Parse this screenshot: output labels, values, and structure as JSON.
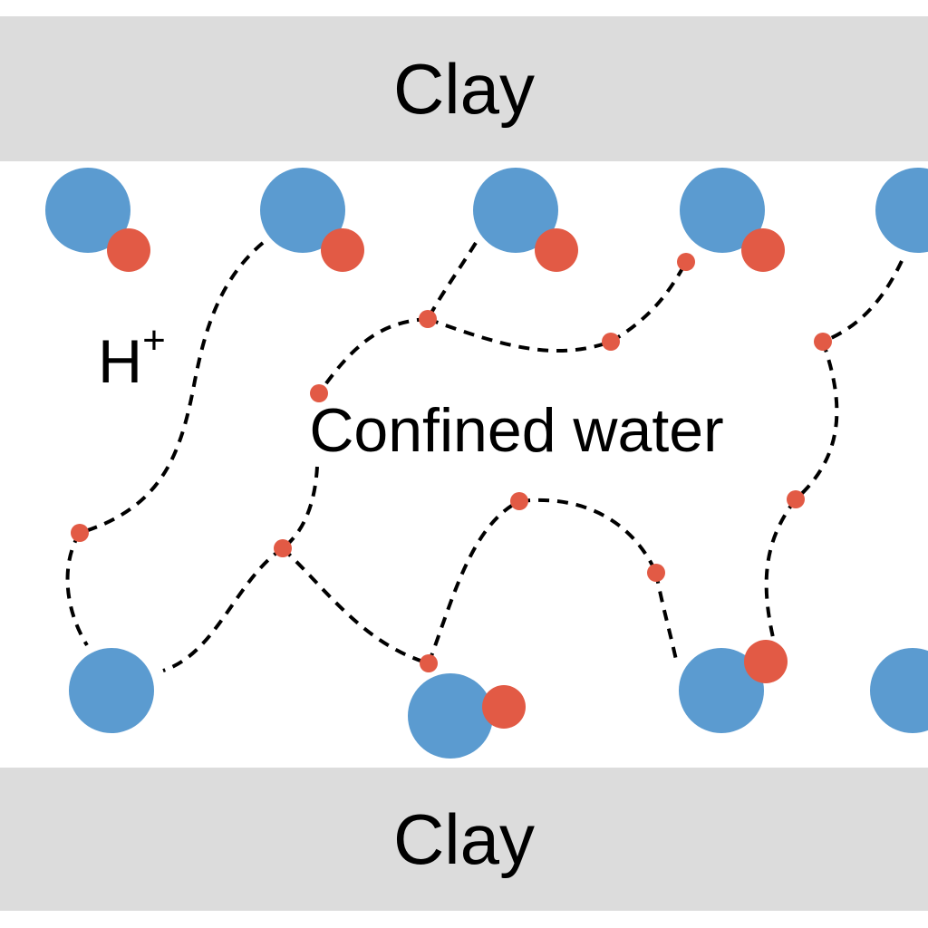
{
  "clay_top": {
    "label": "Clay"
  },
  "clay_bottom": {
    "label": "Clay"
  },
  "proton_label": {
    "base": "H",
    "charge": "+"
  },
  "center_label": "Confined water",
  "colors": {
    "clay": "#dcdcdc",
    "oxygen": "#5b9bd0",
    "hydrogen": "#e25a45",
    "bond": "#000000"
  },
  "icons": {
    "oxygen": "large-blue-circle",
    "hydrogen": "small-red-circle",
    "hydrogen_bond": "dashed-line"
  }
}
